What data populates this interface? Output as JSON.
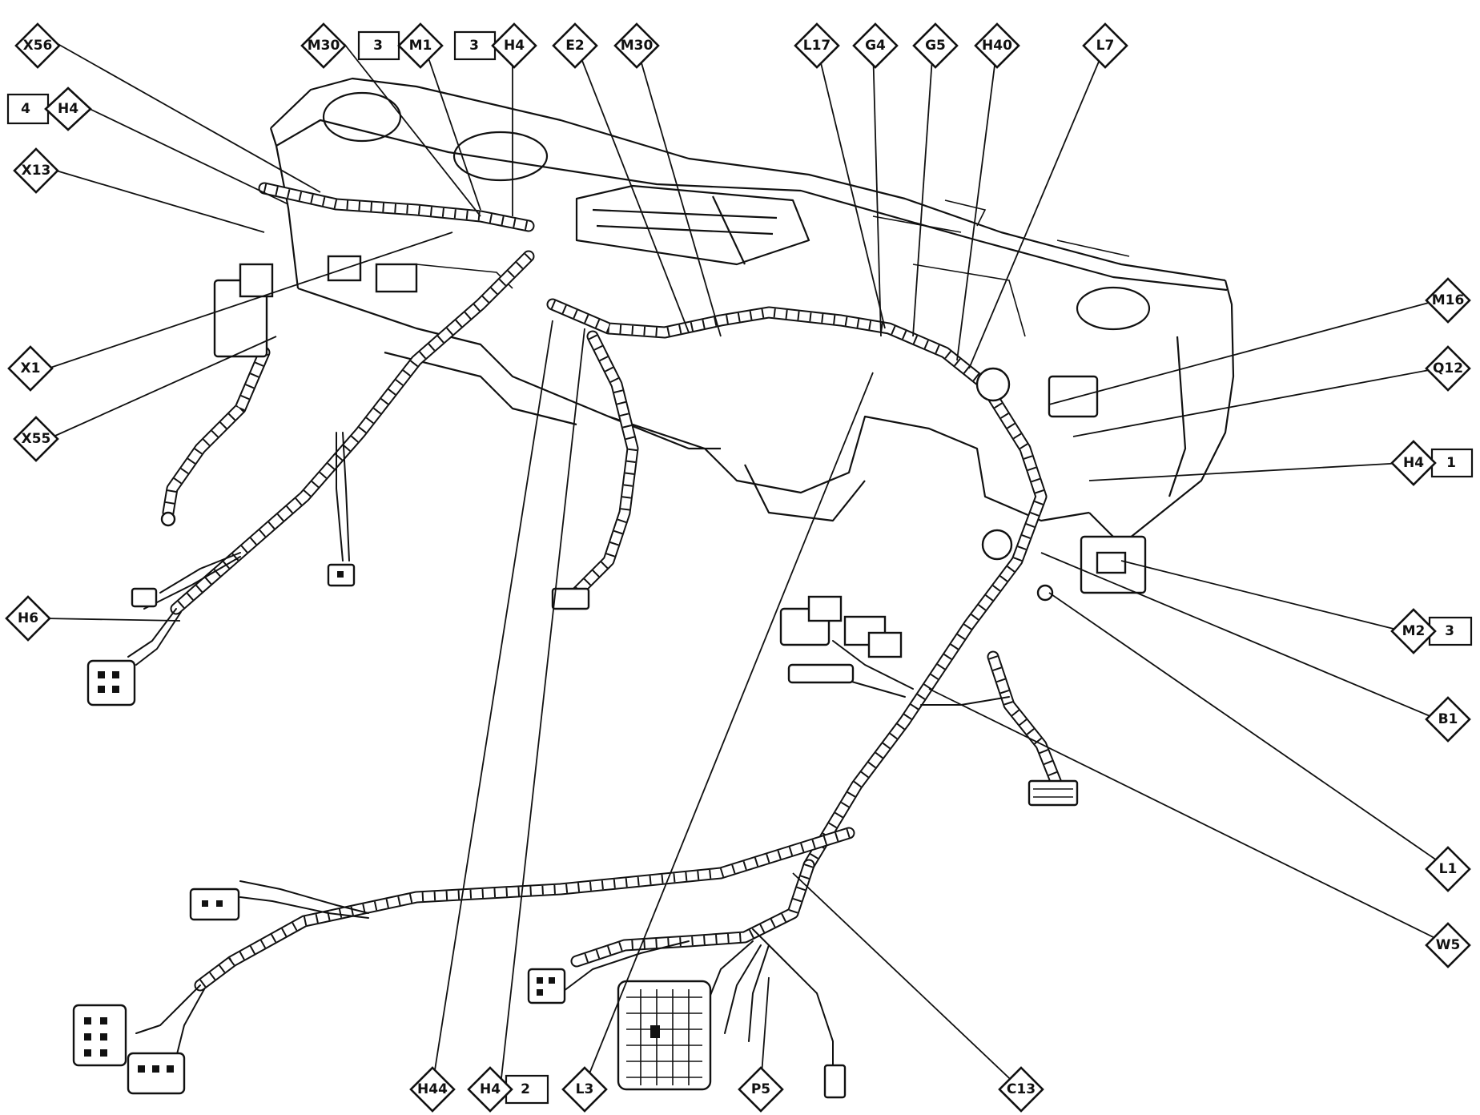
{
  "callouts": [
    {
      "id": "X56",
      "label": "X56"
    },
    {
      "id": "H4-4",
      "label": "H4",
      "box": "4"
    },
    {
      "id": "X13",
      "label": "X13"
    },
    {
      "id": "M30-a",
      "label": "M30"
    },
    {
      "id": "M1",
      "label": "M1",
      "box": "3"
    },
    {
      "id": "H4-3",
      "label": "H4",
      "box": "3"
    },
    {
      "id": "E2",
      "label": "E2"
    },
    {
      "id": "M30-b",
      "label": "M30"
    },
    {
      "id": "L17",
      "label": "L17"
    },
    {
      "id": "G4",
      "label": "G4"
    },
    {
      "id": "G5",
      "label": "G5"
    },
    {
      "id": "H40",
      "label": "H40"
    },
    {
      "id": "L7",
      "label": "L7"
    },
    {
      "id": "M16",
      "label": "M16"
    },
    {
      "id": "Q12",
      "label": "Q12"
    },
    {
      "id": "H4-1",
      "label": "H4",
      "box": "1"
    },
    {
      "id": "M2",
      "label": "M2",
      "box": "3"
    },
    {
      "id": "B1",
      "label": "B1"
    },
    {
      "id": "L1",
      "label": "L1"
    },
    {
      "id": "W5",
      "label": "W5"
    },
    {
      "id": "C13",
      "label": "C13"
    },
    {
      "id": "P5",
      "label": "P5"
    },
    {
      "id": "L3",
      "label": "L3"
    },
    {
      "id": "H4-2",
      "label": "H4",
      "box": "2"
    },
    {
      "id": "H44",
      "label": "H44"
    },
    {
      "id": "H6",
      "label": "H6"
    },
    {
      "id": "X55",
      "label": "X55"
    },
    {
      "id": "X1",
      "label": "X1"
    }
  ]
}
